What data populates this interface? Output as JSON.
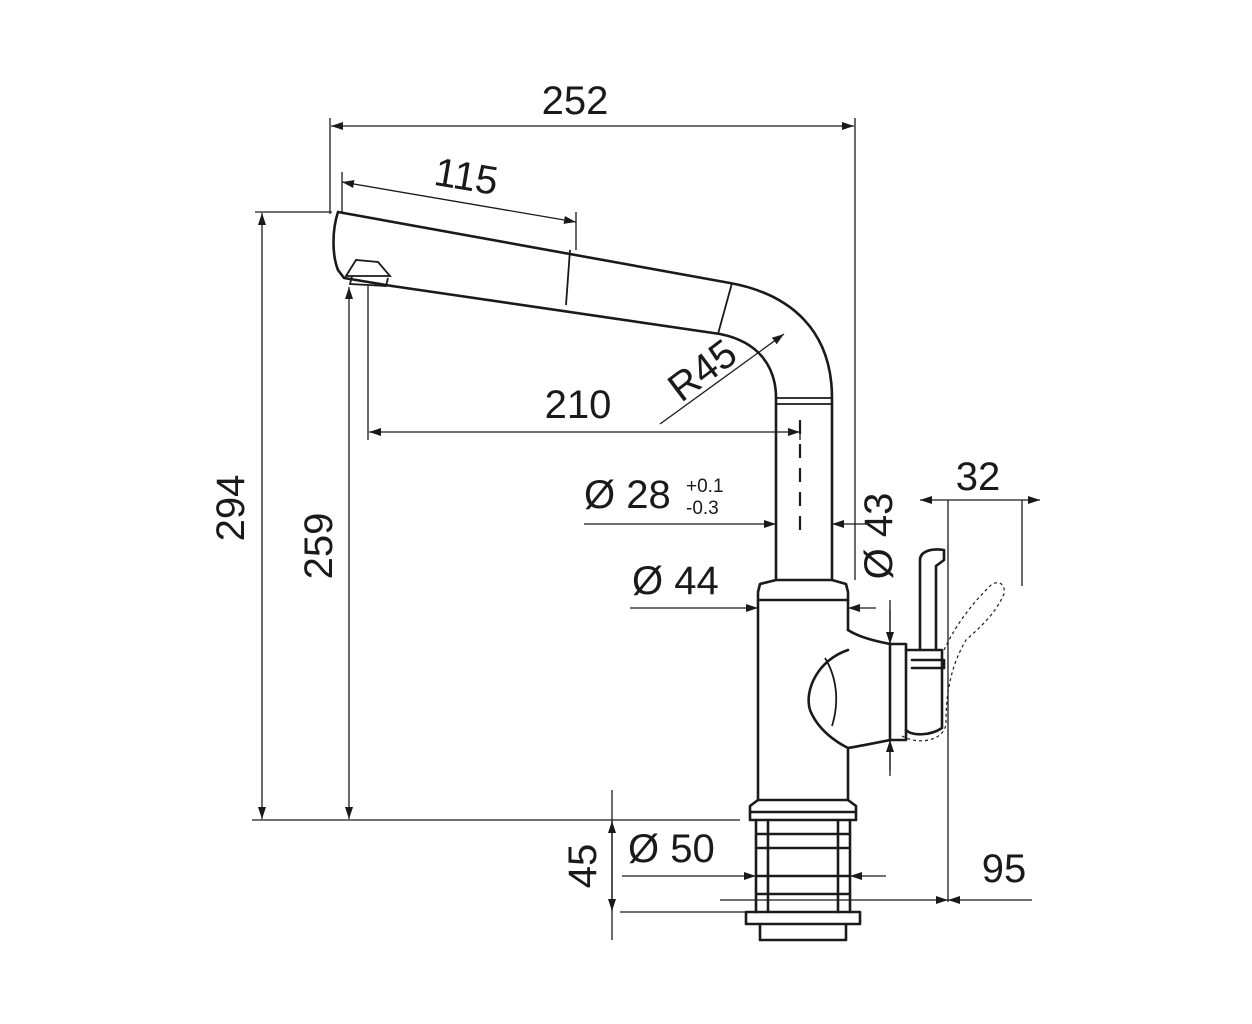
{
  "colors": {
    "ink": "#1a1a1a",
    "background": "#ffffff"
  },
  "dimensions": {
    "total_width": "252",
    "spout_length": "115",
    "reach": "210",
    "bend_radius": "R45",
    "total_height": "294",
    "outlet_height": "259",
    "tube_diameter": "Ø 28",
    "tube_tolerance_upper": "+0.1",
    "tube_tolerance_lower": "-0.3",
    "body_diameter": "Ø 44",
    "handle_diameter": "Ø 43",
    "handle_width": "32",
    "base_diameter": "Ø 50",
    "mount_height": "45",
    "handle_swing": "95"
  }
}
